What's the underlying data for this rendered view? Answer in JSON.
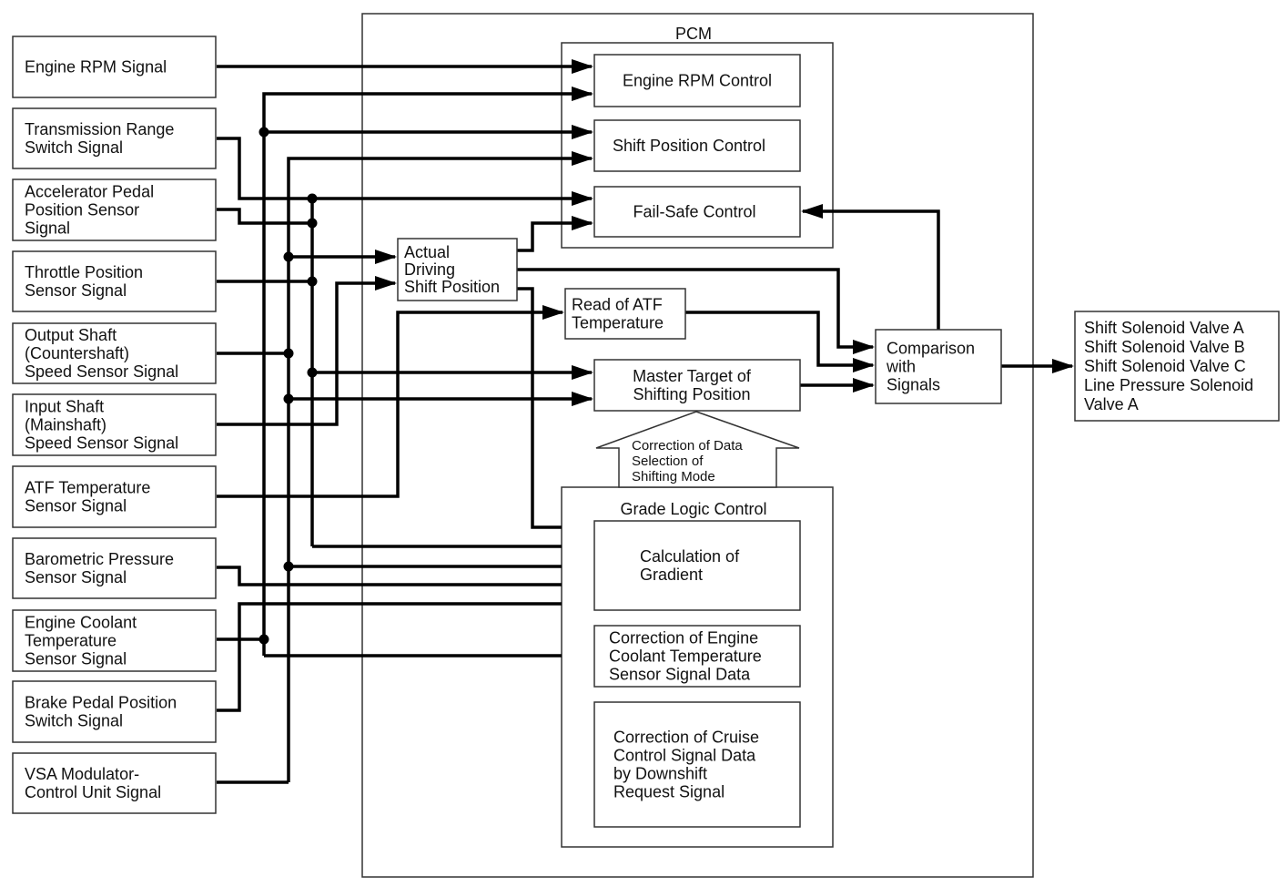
{
  "inputs": [
    {
      "lines": [
        "Engine RPM Signal"
      ]
    },
    {
      "lines": [
        "Transmission Range",
        "Switch Signal"
      ]
    },
    {
      "lines": [
        "Accelerator Pedal",
        "Position Sensor",
        "Signal"
      ]
    },
    {
      "lines": [
        "Throttle Position",
        "Sensor Signal"
      ]
    },
    {
      "lines": [
        "Output Shaft",
        "(Countershaft)",
        "Speed Sensor Signal"
      ]
    },
    {
      "lines": [
        "Input Shaft",
        "(Mainshaft)",
        "Speed Sensor Signal"
      ]
    },
    {
      "lines": [
        "ATF Temperature",
        "Sensor Signal"
      ]
    },
    {
      "lines": [
        "Barometric Pressure",
        "Sensor Signal"
      ]
    },
    {
      "lines": [
        "Engine Coolant",
        "Temperature",
        "Sensor Signal"
      ]
    },
    {
      "lines": [
        "Brake Pedal Position",
        "Switch Signal"
      ]
    },
    {
      "lines": [
        "VSA Modulator-",
        "Control Unit Signal"
      ]
    }
  ],
  "pcm": {
    "title": "PCM",
    "engine_rpm_control": {
      "lines": [
        "Engine RPM Control"
      ]
    },
    "shift_position_control": {
      "lines": [
        "Shift Position Control"
      ]
    },
    "fail_safe_control": {
      "lines": [
        "Fail-Safe Control"
      ]
    },
    "actual_driving": {
      "lines": [
        "Actual",
        "Driving",
        "Shift Position"
      ]
    },
    "read_atf": {
      "lines": [
        "Read of ATF",
        "Temperature"
      ]
    },
    "master_target": {
      "lines": [
        "Master Target of",
        "Shifting Position"
      ]
    },
    "comparison": {
      "lines": [
        "Comparison",
        "with",
        "Signals"
      ]
    },
    "correction_arrow": {
      "lines": [
        "Correction of Data",
        "Selection of",
        "Shifting Mode"
      ]
    },
    "grade_logic": {
      "title": "Grade Logic Control",
      "calc_gradient": {
        "lines": [
          "Calculation of",
          "Gradient"
        ]
      },
      "corr_coolant": {
        "lines": [
          "Correction of Engine",
          "Coolant Temperature",
          "Sensor Signal Data"
        ]
      },
      "corr_cruise": {
        "lines": [
          "Correction of Cruise",
          "Control Signal Data",
          "by Downshift",
          "Request Signal"
        ]
      }
    }
  },
  "outputs": {
    "lines": [
      "Shift Solenoid Valve A",
      "Shift Solenoid Valve B",
      "Shift Solenoid Valve C",
      "Line Pressure Solenoid",
      "Valve A"
    ]
  }
}
